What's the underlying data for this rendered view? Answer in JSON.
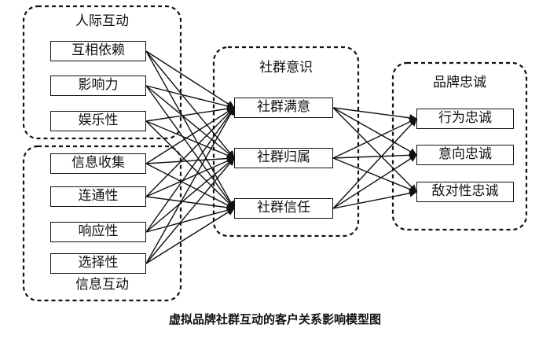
{
  "groups": {
    "interpersonal": {
      "title": "人际互动"
    },
    "information": {
      "title": "信息互动"
    },
    "community": {
      "title": "社群意识"
    },
    "loyalty": {
      "title": "品牌忠诚"
    }
  },
  "nodes": {
    "mutual_reliance": "互相依赖",
    "influence": "影响力",
    "entertainment": "娱乐性",
    "info_collection": "信息收集",
    "connectivity": "连通性",
    "responsiveness": "响应性",
    "selectivity": "选择性",
    "community_satisfaction": "社群满意",
    "community_belonging": "社群归属",
    "community_trust": "社群信任",
    "behavioral_loyalty": "行为忠诚",
    "intentional_loyalty": "意向忠诚",
    "oppositional_loyalty": "敌对性忠诚"
  },
  "caption": "虚拟品牌社群互动的客户关系影响模型图"
}
